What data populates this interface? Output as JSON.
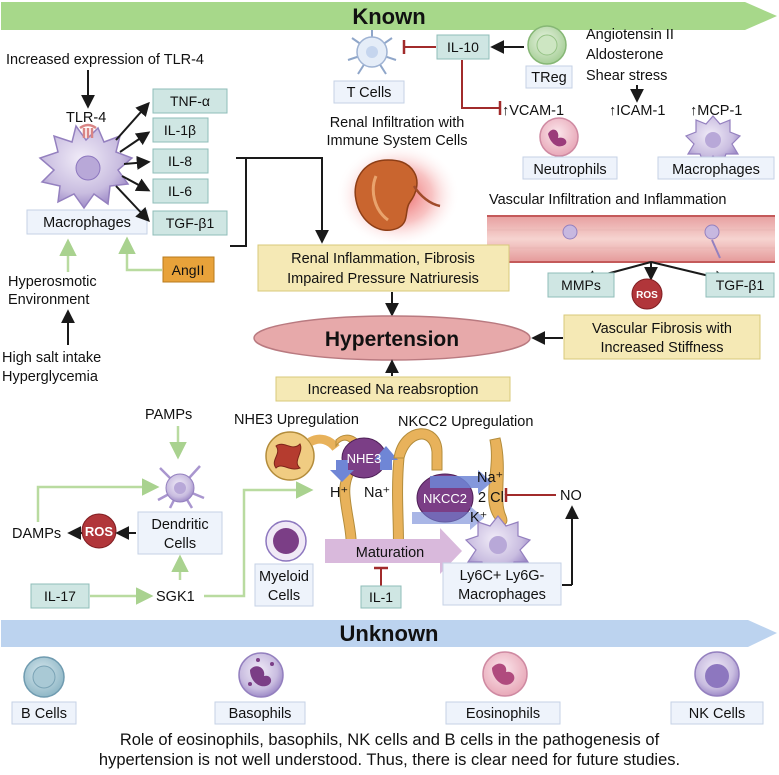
{
  "banners": {
    "known": "Known",
    "unknown": "Unknown"
  },
  "top_left": {
    "tlr4_expression": "Increased expression of TLR-4",
    "tlr4": "TLR-4",
    "cytokines": [
      "TNF-α",
      "IL-1β",
      "IL-8",
      "IL-6",
      "TGF-β1"
    ],
    "macrophages": "Macrophages",
    "hyperosmotic": [
      "Hyperosmotic",
      "Environment"
    ],
    "angii": "AngII",
    "salt": [
      "High salt intake",
      "Hyperglycemia"
    ]
  },
  "top_center": {
    "t_cells": "T Cells",
    "il10": "IL-10",
    "treg": "TReg",
    "stimuli": [
      "Angiotensin II",
      "Aldosterone",
      "Shear stress"
    ],
    "adhesion": [
      "↑VCAM-1",
      "↑ICAM-1",
      "↑MCP-1"
    ],
    "renal_infiltration": [
      "Renal Infiltration with",
      "Immune System Cells"
    ],
    "neutrophils": "Neutrophils",
    "macrophages": "Macrophages",
    "vascular_infiltration": "Vascular Infiltration and Inflammation",
    "mmps": "MMPs",
    "ros": "ROS",
    "tgf": "TGF-β1",
    "renal_inflammation": [
      "Renal Inflammation, Fibrosis",
      "Impaired Pressure Natriuresis"
    ],
    "vascular_fibrosis": [
      "Vascular Fibrosis with",
      "Increased Stiffness"
    ]
  },
  "hypertension": "Hypertension",
  "na_reabsorption": "Increased Na reabsroption",
  "lower": {
    "pamps": "PAMPs",
    "damps": "DAMPs",
    "ros": "ROS",
    "dendritic": [
      "Dendritic",
      "Cells"
    ],
    "il17": "IL-17",
    "sgk1": "SGK1",
    "nhe3_title": "NHE3 Upregulation",
    "nhe3": "NHE3",
    "h": "H⁺",
    "na1": "Na⁺",
    "nkcc2_title": "NKCC2 Upregulation",
    "nkcc2": "NKCC2",
    "ions": [
      "Na⁺",
      "2 Cl⁻",
      "K⁺"
    ],
    "no": "NO",
    "myeloid": [
      "Myeloid",
      "Cells"
    ],
    "maturation": "Maturation",
    "il1": "IL-1",
    "ly6c": [
      "Ly6C+ Ly6G-",
      "Macrophages"
    ]
  },
  "unknown_cells": [
    "B Cells",
    "Basophils",
    "Eosinophils",
    "NK Cells"
  ],
  "footer": [
    "Role of eosinophils, basophils, NK cells and B cells in the pathogenesis of",
    "hypertension is not well understood. Thus, there is clear need for future studies."
  ],
  "colors": {
    "known_banner": "#a7d88a",
    "unknown_banner": "#bcd3ef",
    "teal_box": "#cfe6e3",
    "yellow_box": "#f5e9b5",
    "hypertension_fill": "#e7a9aa",
    "inhibit": "#a12b2b",
    "activate": "#b9dba0",
    "purple": "#7b3e86",
    "ros": "#b1363a"
  }
}
